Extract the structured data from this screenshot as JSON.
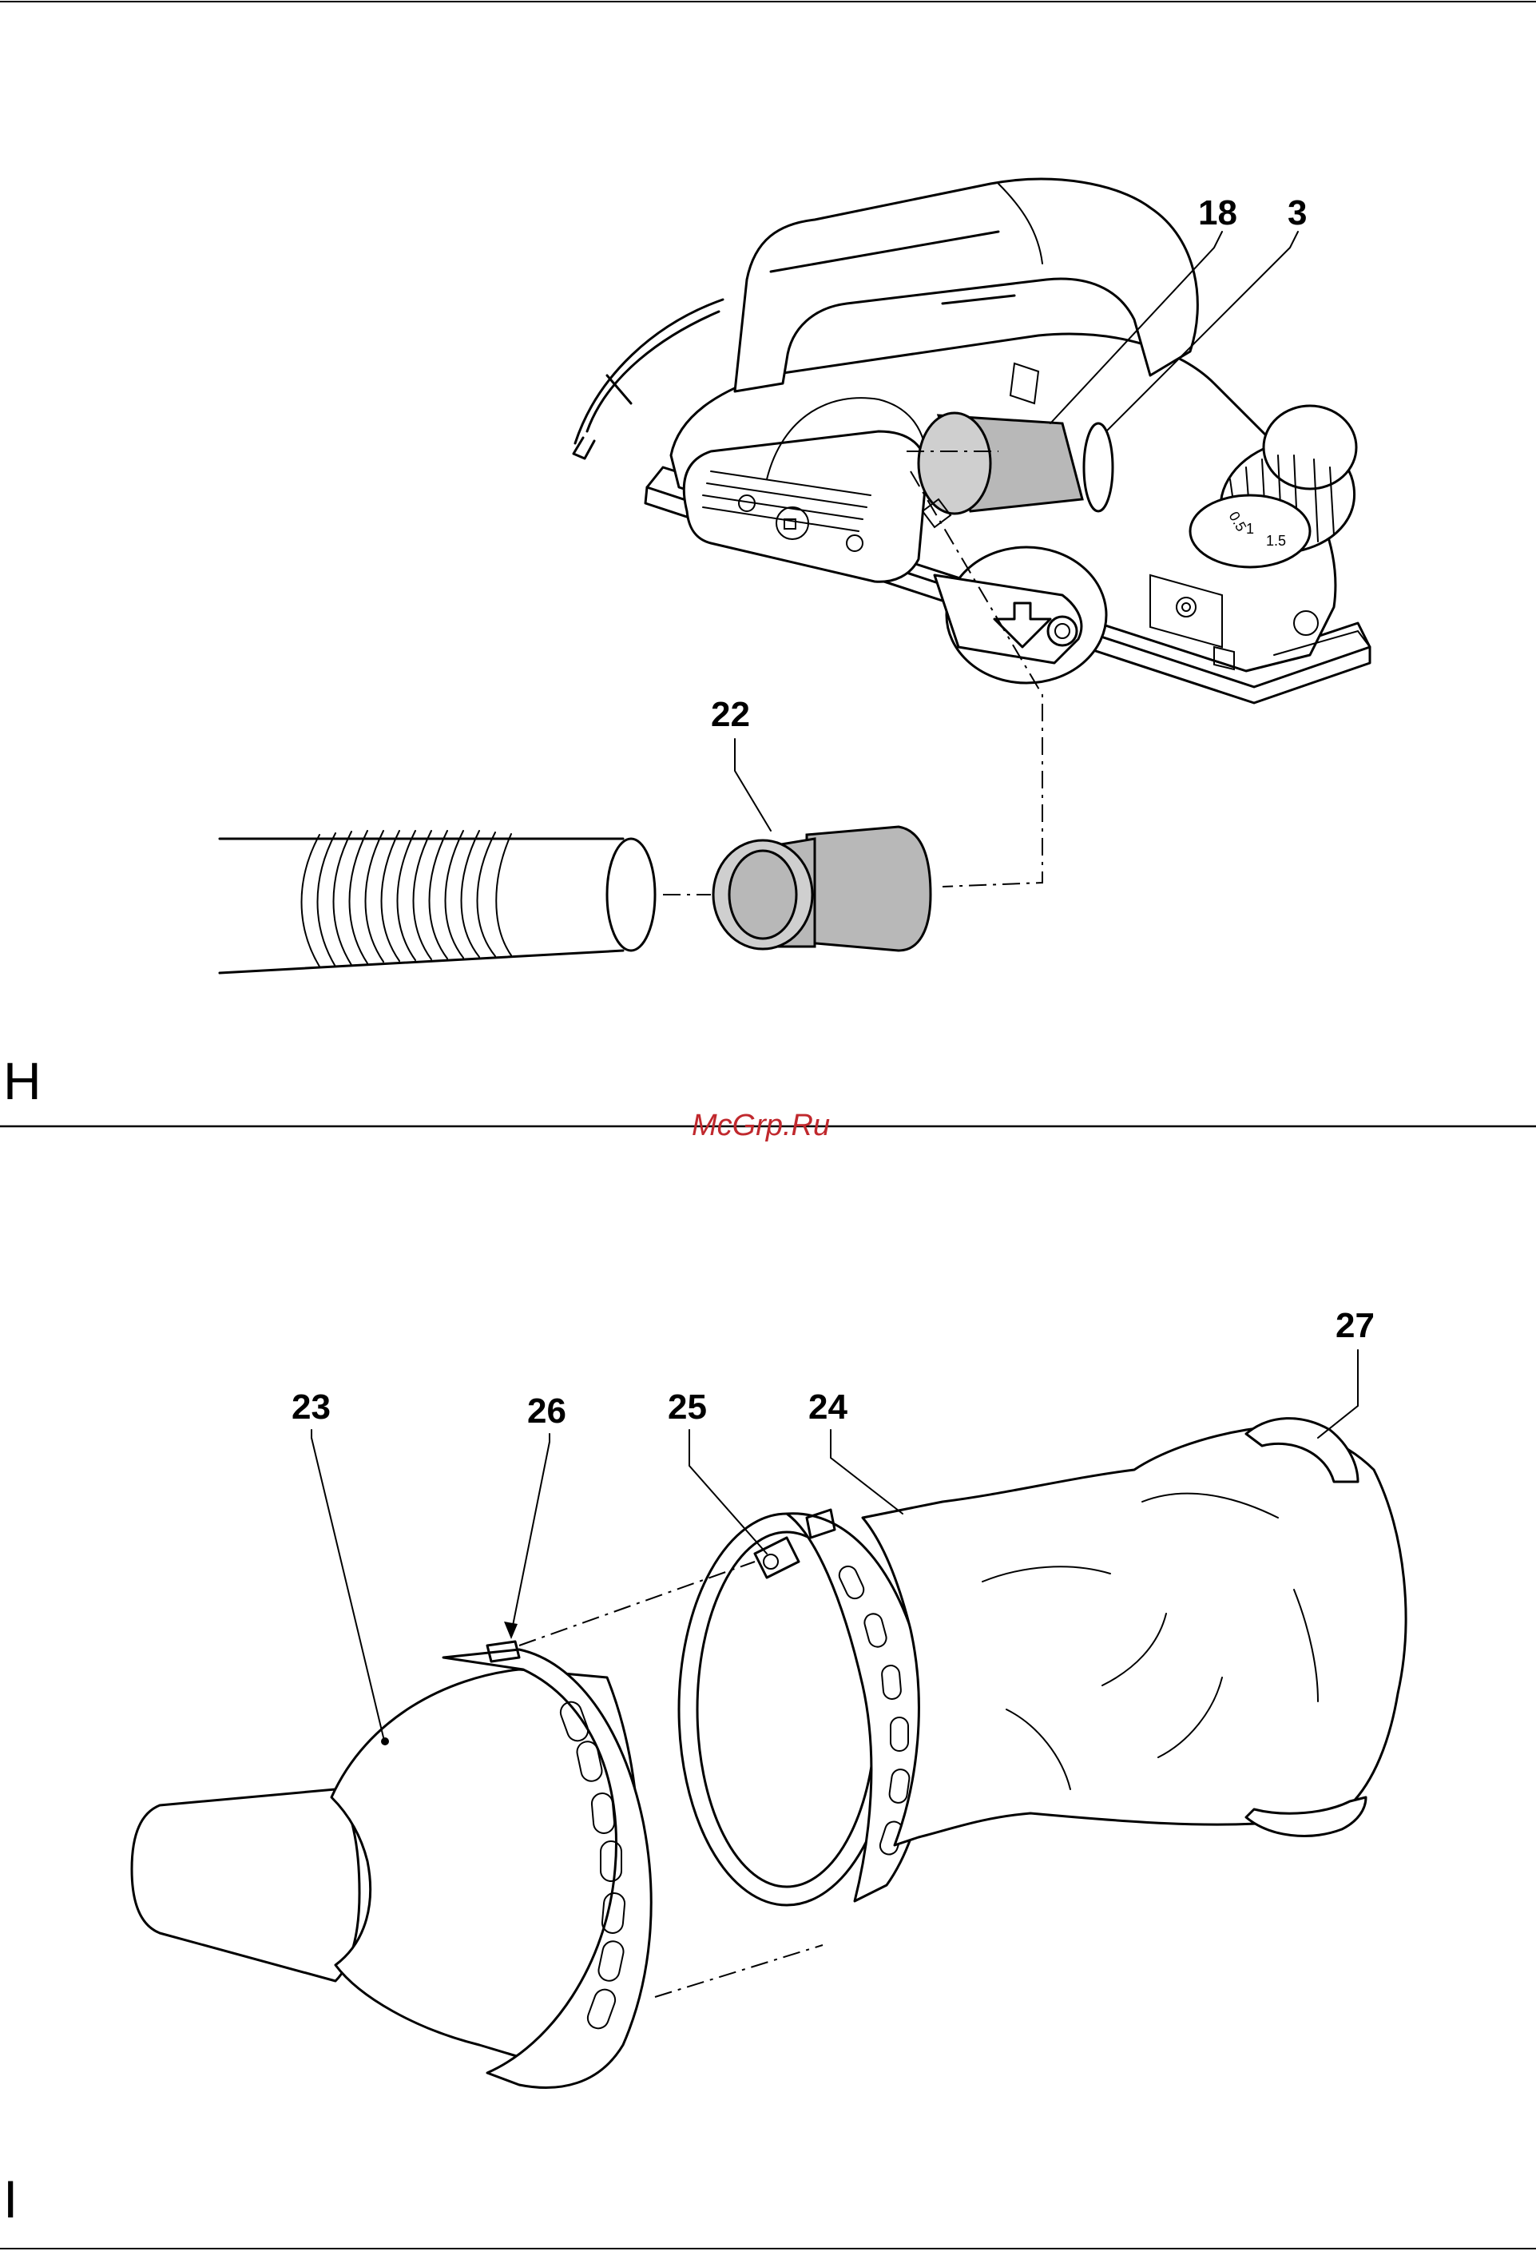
{
  "figures": [
    {
      "letter": "H",
      "callouts": [
        "18",
        "3",
        "22"
      ]
    },
    {
      "letter": "I",
      "callouts": [
        "23",
        "26",
        "25",
        "24",
        "27"
      ]
    }
  ],
  "watermark": {
    "text": "McGrp.Ru",
    "color": "#c0282d"
  },
  "dial_marks": [
    "0.5",
    "1",
    "1.5"
  ]
}
